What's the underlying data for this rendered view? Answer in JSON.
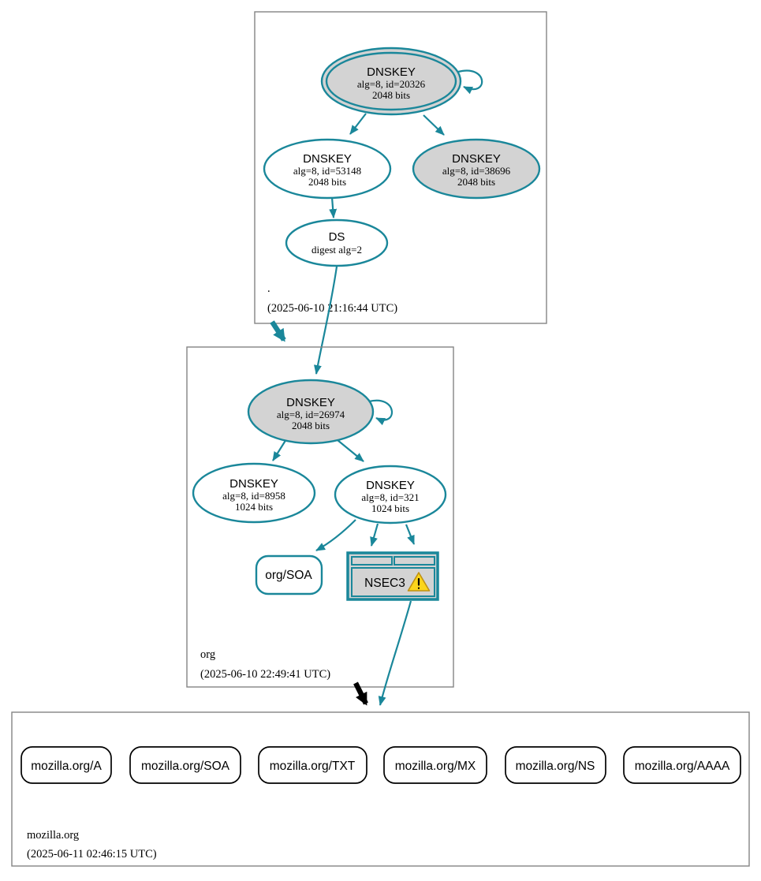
{
  "colors": {
    "teal": "#1a879a",
    "gray_fill": "#d3d3d3",
    "box_border": "#848484",
    "black": "#000000",
    "warning_fill": "#fbd51b",
    "warning_border": "#c09112"
  },
  "zones": {
    "root": {
      "name": ".",
      "timestamp": "(2025-06-10 21:16:44 UTC)"
    },
    "org": {
      "name": "org",
      "timestamp": "(2025-06-10 22:49:41 UTC)"
    },
    "mozilla_org": {
      "name": "mozilla.org",
      "timestamp": "(2025-06-11 02:46:15 UTC)"
    }
  },
  "nodes": {
    "root_ksk_20326": {
      "title": "DNSKEY",
      "detail1": "alg=8, id=20326",
      "detail2": "2048 bits"
    },
    "root_zsk_53148": {
      "title": "DNSKEY",
      "detail1": "alg=8, id=53148",
      "detail2": "2048 bits"
    },
    "root_key_38696": {
      "title": "DNSKEY",
      "detail1": "alg=8, id=38696",
      "detail2": "2048 bits"
    },
    "org_ds": {
      "title": "DS",
      "detail1": "digest alg=2"
    },
    "org_ksk_26974": {
      "title": "DNSKEY",
      "detail1": "alg=8, id=26974",
      "detail2": "2048 bits"
    },
    "org_key_8958": {
      "title": "DNSKEY",
      "detail1": "alg=8, id=8958",
      "detail2": "1024 bits"
    },
    "org_zsk_321": {
      "title": "DNSKEY",
      "detail1": "alg=8, id=321",
      "detail2": "1024 bits"
    },
    "org_soa": {
      "label": "org/SOA"
    },
    "nsec3": {
      "label": "NSEC3"
    }
  },
  "rrsets": [
    {
      "label": "mozilla.org/A"
    },
    {
      "label": "mozilla.org/SOA"
    },
    {
      "label": "mozilla.org/TXT"
    },
    {
      "label": "mozilla.org/MX"
    },
    {
      "label": "mozilla.org/NS"
    },
    {
      "label": "mozilla.org/AAAA"
    }
  ]
}
